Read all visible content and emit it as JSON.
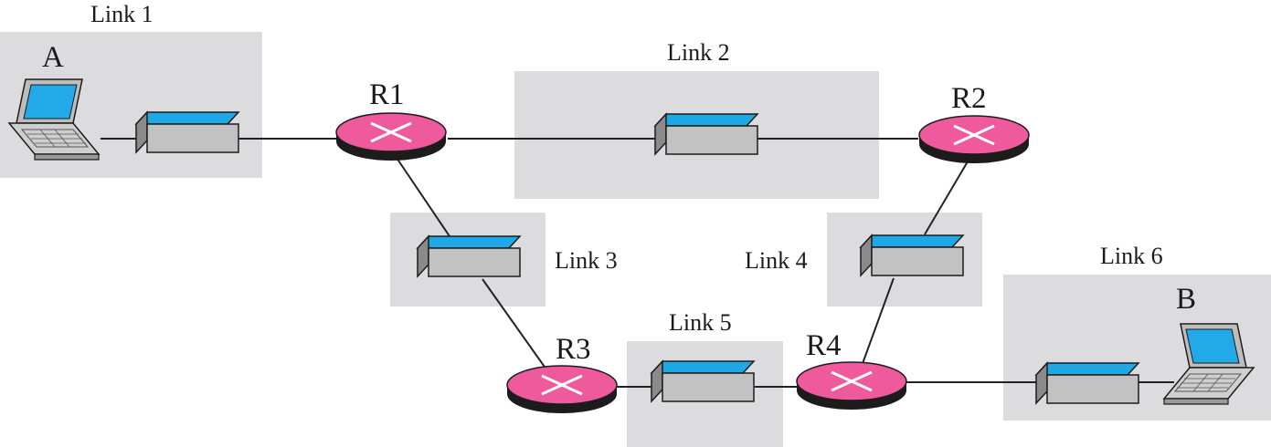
{
  "colors": {
    "link_area": "#dcdcde",
    "wire": "#222222",
    "router_top": "#ee5a9c",
    "router_side": "#1c1c1c",
    "router_cross": "#ffffff",
    "switch_top": "#1ea8e6",
    "switch_front": "#c2c2c2",
    "switch_side": "#8a8a8a",
    "laptop_body": "#bdbdbd",
    "laptop_screen": "#22a9e8"
  },
  "links": [
    {
      "id": "link1",
      "label": "Link 1"
    },
    {
      "id": "link2",
      "label": "Link 2"
    },
    {
      "id": "link3",
      "label": "Link 3"
    },
    {
      "id": "link4",
      "label": "Link 4"
    },
    {
      "id": "link5",
      "label": "Link 5"
    },
    {
      "id": "link6",
      "label": "Link 6"
    }
  ],
  "routers": [
    {
      "id": "r1",
      "label": "R1"
    },
    {
      "id": "r2",
      "label": "R2"
    },
    {
      "id": "r3",
      "label": "R3"
    },
    {
      "id": "r4",
      "label": "R4"
    }
  ],
  "hosts": [
    {
      "id": "a",
      "label": "A",
      "icon": "laptop-icon"
    },
    {
      "id": "b",
      "label": "B",
      "icon": "laptop-icon"
    }
  ],
  "switch_icon": "switch-icon",
  "router_icon": "router-icon"
}
